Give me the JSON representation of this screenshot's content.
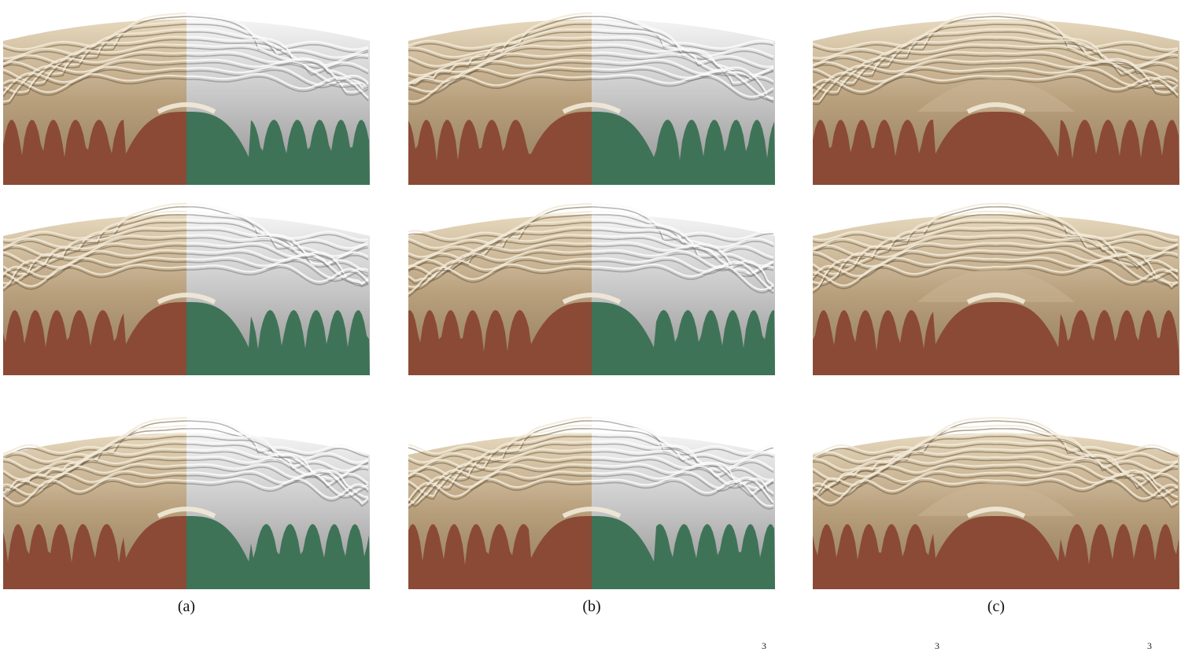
{
  "figure": {
    "captions": {
      "a": "(a)",
      "b": "(b)",
      "c": "(c)"
    },
    "panels": [
      {
        "name": "panel-a-row-1",
        "column": "a",
        "row": 1,
        "split": true
      },
      {
        "name": "panel-a-row-2",
        "column": "a",
        "row": 2,
        "split": true
      },
      {
        "name": "panel-a-row-3",
        "column": "a",
        "row": 3,
        "split": true
      },
      {
        "name": "panel-b-row-1",
        "column": "b",
        "row": 1,
        "split": true
      },
      {
        "name": "panel-b-row-2",
        "column": "b",
        "row": 2,
        "split": true
      },
      {
        "name": "panel-b-row-3",
        "column": "b",
        "row": 3,
        "split": true
      },
      {
        "name": "panel-c-row-1",
        "column": "c",
        "row": 1,
        "split": false
      },
      {
        "name": "panel-c-row-2",
        "column": "c",
        "row": 2,
        "split": false
      },
      {
        "name": "panel-c-row-3",
        "column": "c",
        "row": 3,
        "split": false
      }
    ],
    "colors": {
      "brick": "#8b4a36",
      "green": "#3f7358",
      "tan": "#c9b190",
      "silver": "#d9d9d9",
      "light": "#f2ead8"
    }
  },
  "footer_fragment": {
    "superscripts": [
      "3",
      "3",
      "3"
    ]
  }
}
